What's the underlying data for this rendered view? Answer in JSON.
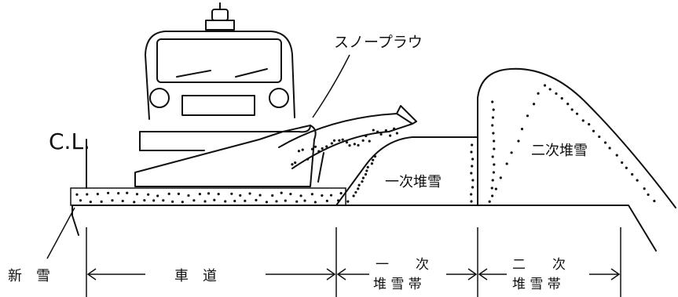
{
  "diagram": {
    "labels": {
      "centerline": "C.L.",
      "plow": "スノープラウ",
      "primary_pile": "一次堆雪",
      "secondary_pile": "二次堆雪",
      "new_snow": "新　雪",
      "roadway": "車　道",
      "primary_zone_top": "一　　次",
      "primary_zone_bottom": "堆 雪 帯",
      "secondary_zone_top": "二　　次",
      "secondary_zone_bottom": "堆 雪 帯"
    }
  }
}
